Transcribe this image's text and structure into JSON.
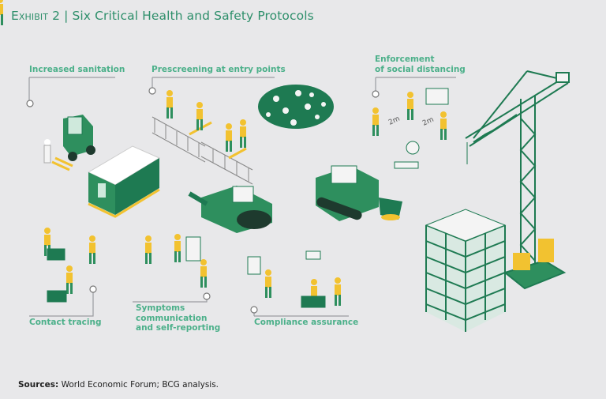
{
  "title": {
    "exhibit": "Exhibit 2",
    "separator": "|",
    "text": "Six Critical Health and Safety Protocols"
  },
  "protocols": [
    {
      "label": "Increased sanitation"
    },
    {
      "label": "Prescreening at entry points"
    },
    {
      "label_line1": "Enforcement",
      "label_line2": "of social distancing"
    },
    {
      "label": "Contact tracing"
    },
    {
      "label_line1": "Symptoms",
      "label_line2": "communication",
      "label_line3": "and self-reporting"
    },
    {
      "label": "Compliance assurance"
    }
  ],
  "distance_markers": [
    "2m",
    "2m"
  ],
  "sources": {
    "label": "Sources:",
    "text": "World Economic Forum; BCG analysis."
  },
  "colors": {
    "accent": "#4cb08a",
    "dark_green": "#1e7a52",
    "yellow": "#f2c230",
    "background": "#e8e8ea"
  }
}
